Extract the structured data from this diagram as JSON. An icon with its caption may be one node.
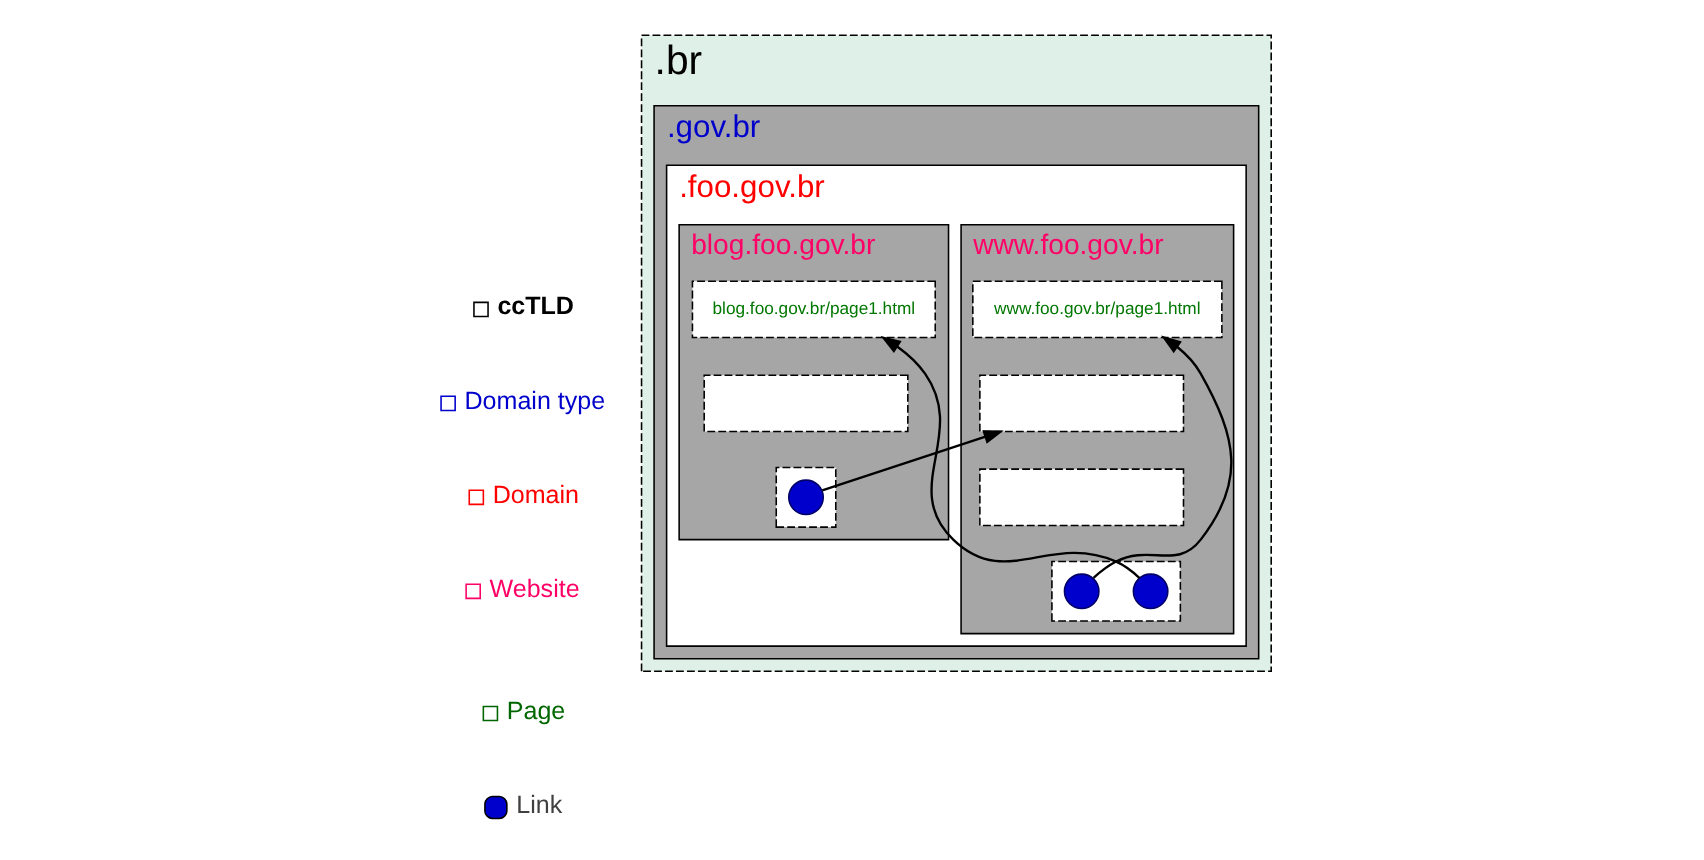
{
  "diagram": {
    "nodes": [
      {
        "text": [
          ".br"
        ]
      },
      {
        "text": [
          ".gov.br"
        ],
        "in": 0
      },
      {
        "text": [
          ".foo.gov.br"
        ],
        "in": 1
      },
      {
        "text": [
          "www.foo.gov.br"
        ],
        "in": 2
      },
      {
        "text": [
          "blog.foo.gov.br"
        ],
        "in": 2
      },
      {
        "text": [
          "www.foo.gov.br/page1.html"
        ],
        "in": 3
      },
      {
        "text": [],
        "shape": "box",
        "in": 3
      },
      {
        "text": [],
        "shape": "box",
        "in": 3
      },
      {
        "text": [],
        "shape": "box",
        "in": 3
      },
      {
        "text": [
          "blog.foo.gov.br/page1.html"
        ],
        "in": 4
      },
      {
        "text": [],
        "shape": "box",
        "in": 4
      },
      {
        "text": [],
        "shape": "box",
        "in": 4
      },
      {
        "text": [],
        "shape": "circle",
        "in": 8
      },
      {
        "text": [],
        "shape": "circle",
        "in": 8
      },
      {
        "text": [],
        "shape": "circle",
        "in": 11
      }
    ],
    "edges": [
      {
        "from": 12,
        "to": 5,
        "arrow": "to"
      },
      {
        "from": 13,
        "to": 9,
        "arrow": "to"
      },
      {
        "from": 14,
        "to": 6,
        "arrow": "to"
      }
    ],
    "legend": [
      {
        "text": "ccTLD"
      },
      {
        "text": "Domain type"
      },
      {
        "text": "Domain"
      },
      {
        "text": "Website"
      },
      {
        "text": "Page"
      },
      {
        "text": "Link"
      }
    ]
  }
}
